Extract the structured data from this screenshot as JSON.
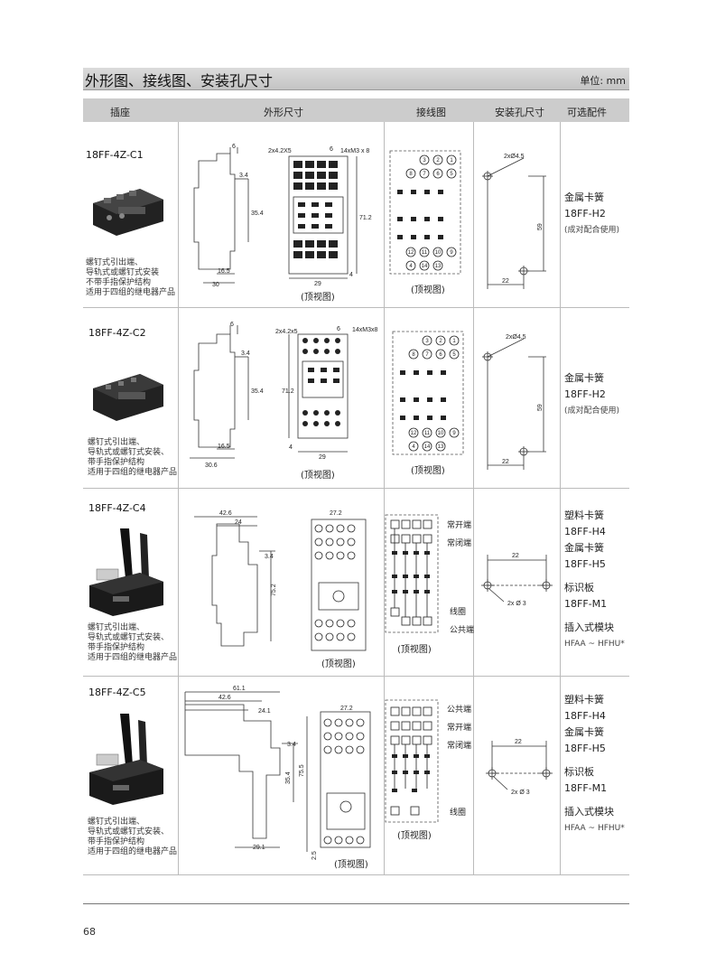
{
  "header": {
    "title": "外形图、接线图、安装孔尺寸",
    "unit": "单位: mm"
  },
  "columns": [
    "插座",
    "外形尺寸",
    "接线图",
    "安装孔尺寸",
    "可选配件"
  ],
  "top_view": "(顶视图)",
  "rows": [
    {
      "model": "18FF-4Z-C1",
      "desc": [
        "螺钉式引出端、",
        "导轨式或螺钉式安装",
        "不带手指保护结构",
        "适用于四组的继电器产品"
      ],
      "dims": [
        "6",
        "3.4",
        "35.4",
        "16.5",
        "30",
        "2x4.2X5",
        "6",
        "14xM3 x 8",
        "71.2",
        "4",
        "29"
      ],
      "terminals": [
        "3",
        "2",
        "1",
        "8",
        "7",
        "6",
        "5",
        "12",
        "11",
        "10",
        "9",
        "4",
        "14",
        "13"
      ],
      "mount": [
        "2xØ4.5",
        "59",
        "22"
      ],
      "accessories": [
        "金属卡簧",
        "18FF-H2",
        "(成对配合使用)"
      ]
    },
    {
      "model": "18FF-4Z-C2",
      "desc": [
        "螺钉式引出端、",
        "导轨式或螺钉式安装、",
        "带手指保护结构",
        "适用于四组的继电器产品"
      ],
      "dims": [
        "6",
        "3.4",
        "35.4",
        "16.5",
        "30.6",
        "2x4.2x5",
        "6",
        "14xM3x8",
        "71.2",
        "4",
        "29"
      ],
      "terminals": [
        "3",
        "2",
        "1",
        "8",
        "7",
        "6",
        "5",
        "12",
        "11",
        "10",
        "9",
        "4",
        "14",
        "13"
      ],
      "mount": [
        "2xØ4.5",
        "59",
        "22"
      ],
      "accessories": [
        "金属卡簧",
        "18FF-H2",
        "(成对配合使用)"
      ]
    },
    {
      "model": "18FF-4Z-C4",
      "desc": [
        "螺钉式引出端、",
        "导轨式或螺钉式安装、",
        "带手指保护结构",
        "适用于四组的继电器产品"
      ],
      "dims": [
        "42.6",
        "24",
        "3.4",
        "75.2",
        "27.2"
      ],
      "terminal_labels": [
        "常开端",
        "常闭端",
        "线圈",
        "公共端"
      ],
      "mount": [
        "22",
        "2x Ø 3"
      ],
      "accessories": [
        "塑料卡簧",
        "18FF-H4",
        "金属卡簧",
        "18FF-H5",
        "标识板",
        "18FF-M1",
        "插入式模块",
        "HFAA ~ HFHU*"
      ]
    },
    {
      "model": "18FF-4Z-C5",
      "desc": [
        "螺钉式引出端、",
        "导轨式或螺钉式安装、",
        "带手指保护结构",
        "适用于四组的继电器产品"
      ],
      "dims": [
        "61.1",
        "42.6",
        "24.1",
        "3.4",
        "35.4",
        "75.5",
        "29.1",
        "2.5",
        "27.2"
      ],
      "terminal_labels": [
        "公共端",
        "常开端",
        "常闭端",
        "线圈"
      ],
      "mount": [
        "22",
        "2x Ø 3"
      ],
      "accessories": [
        "塑料卡簧",
        "18FF-H4",
        "金属卡簧",
        "18FF-H5",
        "标识板",
        "18FF-M1",
        "插入式模块",
        "HFAA ~ HFHU*"
      ]
    }
  ],
  "page_number": "68"
}
